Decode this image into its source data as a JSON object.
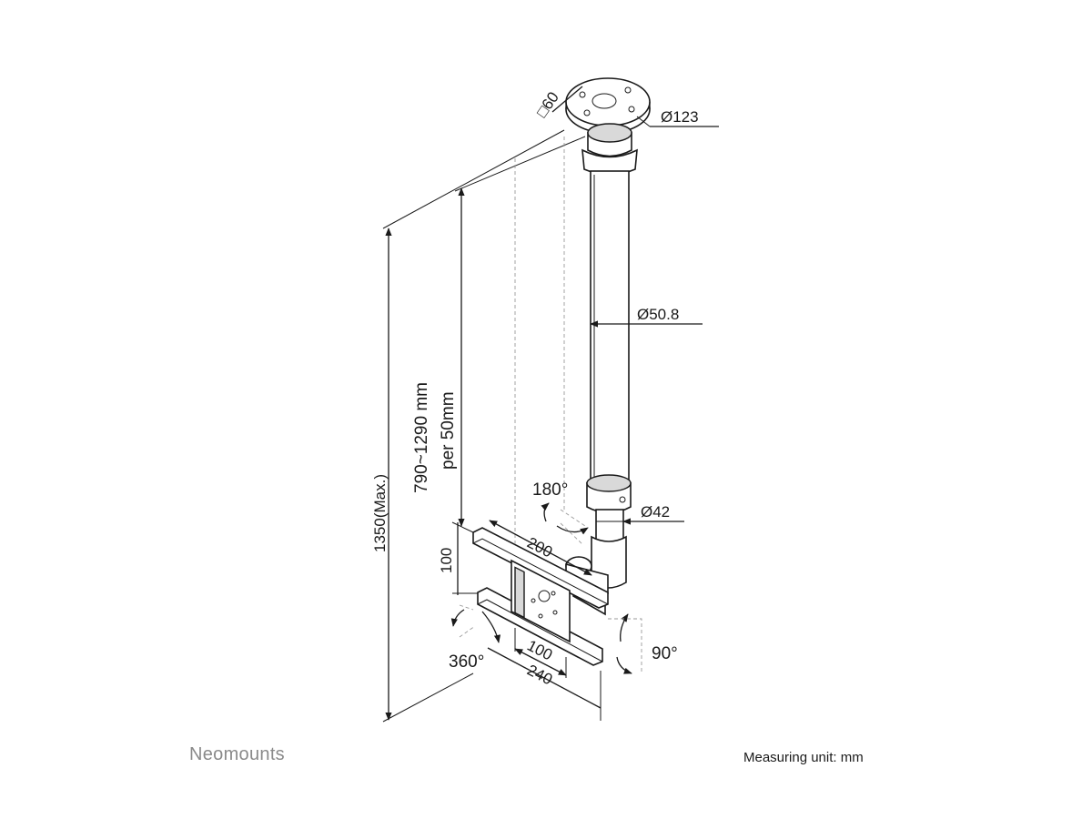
{
  "diagram": {
    "dimensions": {
      "plate_square": "□60",
      "plate_diameter": "Ø123",
      "tube_diameter": "Ø50.8",
      "inner_tube_diameter": "Ø42",
      "total_height": "1350(Max.)",
      "height_range": "790~1290 mm",
      "height_step": "per 50mm",
      "vesa_width_max": "200",
      "vesa_height": "100",
      "vesa_width_min": "100",
      "bracket_width": "240"
    },
    "rotations": {
      "swivel": "180°",
      "rotate": "360°",
      "tilt": "90°"
    }
  },
  "footer": {
    "brand": "Neomounts",
    "unit_note": "Measuring unit: mm"
  }
}
